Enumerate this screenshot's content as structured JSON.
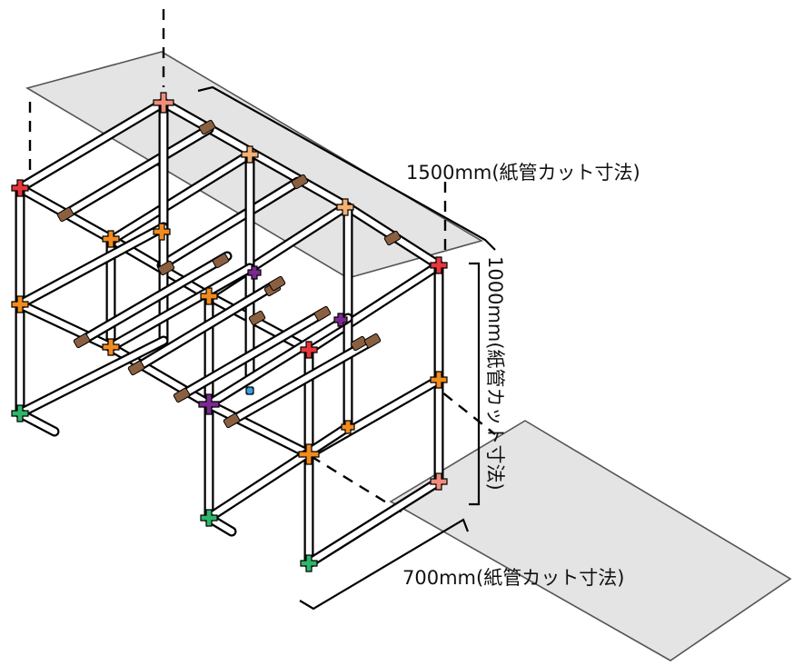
{
  "dimensions": {
    "width_label": "1500mm(紙管カット寸法)",
    "height_label": "1000mm(紙管カット寸法)",
    "depth_label": "700mm(紙管カット寸法)"
  },
  "colors": {
    "corner_top": "#f08c7a",
    "corner_red": "#e8363c",
    "tee_orange": "#f28b1e",
    "tee_light": "#f5b074",
    "cross_purple": "#7a2a8e",
    "foot_green": "#2fb56a",
    "clamp_brown": "#8a6040",
    "joint_blue": "#3aa0e0",
    "plane_fill": "#cdcdcd"
  }
}
